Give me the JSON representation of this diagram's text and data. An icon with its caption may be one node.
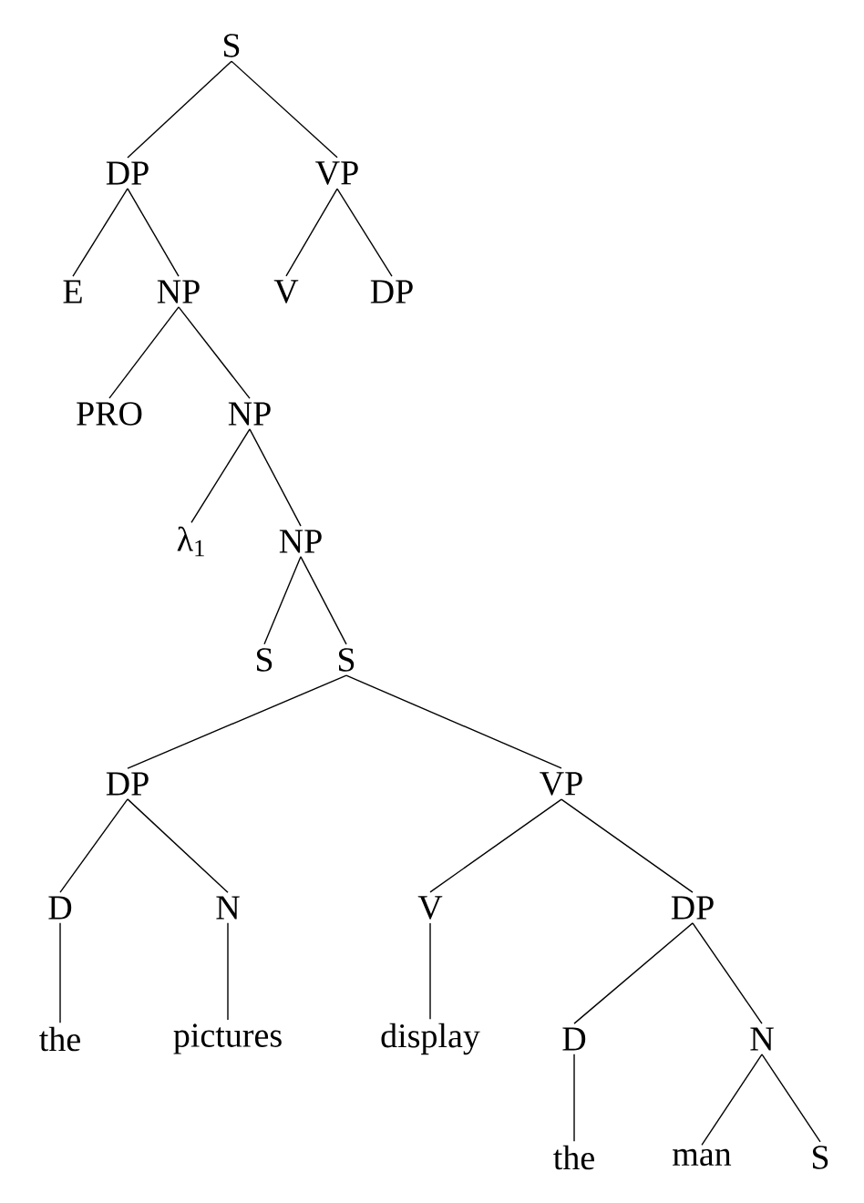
{
  "diagram": {
    "nodes": [
      {
        "text": [
          "S"
        ]
      },
      {
        "text": [
          "DP"
        ]
      },
      {
        "text": [
          "VP"
        ]
      },
      {
        "text": [
          "E"
        ]
      },
      {
        "text": [
          "NP"
        ]
      },
      {
        "text": [
          "V"
        ]
      },
      {
        "text": [
          "DP"
        ]
      },
      {
        "text": [
          "PRO"
        ]
      },
      {
        "text": [
          "NP"
        ]
      },
      {
        "text": [
          "λ$_{1}$"
        ]
      },
      {
        "text": [
          "NP"
        ]
      },
      {
        "text": [
          "S"
        ]
      },
      {
        "text": [
          "S"
        ]
      },
      {
        "text": [
          "DP"
        ]
      },
      {
        "text": [
          "VP"
        ]
      },
      {
        "text": [
          "D"
        ]
      },
      {
        "text": [
          "N"
        ]
      },
      {
        "text": [
          "V"
        ]
      },
      {
        "text": [
          "DP"
        ]
      },
      {
        "text": [
          "the"
        ]
      },
      {
        "text": [
          "pictures"
        ]
      },
      {
        "text": [
          "display"
        ]
      },
      {
        "text": [
          "D"
        ]
      },
      {
        "text": [
          "N"
        ]
      },
      {
        "text": [
          "the"
        ]
      },
      {
        "text": [
          "man"
        ]
      },
      {
        "text": [
          "S"
        ]
      }
    ],
    "edges": [
      {
        "from": 0,
        "to": 1,
        "arrow": "none"
      },
      {
        "from": 0,
        "to": 2,
        "arrow": "none"
      },
      {
        "from": 1,
        "to": 3,
        "arrow": "none"
      },
      {
        "from": 1,
        "to": 4,
        "arrow": "none"
      },
      {
        "from": 2,
        "to": 5,
        "arrow": "none"
      },
      {
        "from": 2,
        "to": 6,
        "arrow": "none"
      },
      {
        "from": 4,
        "to": 7,
        "arrow": "none"
      },
      {
        "from": 4,
        "to": 8,
        "arrow": "none"
      },
      {
        "from": 8,
        "to": 9,
        "arrow": "none"
      },
      {
        "from": 8,
        "to": 10,
        "arrow": "none"
      },
      {
        "from": 10,
        "to": 11,
        "arrow": "none"
      },
      {
        "from": 10,
        "to": 12,
        "arrow": "none"
      },
      {
        "from": 12,
        "to": 13,
        "arrow": "none"
      },
      {
        "from": 12,
        "to": 14,
        "arrow": "none"
      },
      {
        "from": 13,
        "to": 15,
        "arrow": "none"
      },
      {
        "from": 13,
        "to": 16,
        "arrow": "none"
      },
      {
        "from": 14,
        "to": 17,
        "arrow": "none"
      },
      {
        "from": 14,
        "to": 18,
        "arrow": "none"
      },
      {
        "from": 15,
        "to": 19,
        "arrow": "none"
      },
      {
        "from": 16,
        "to": 20,
        "arrow": "none"
      },
      {
        "from": 17,
        "to": 21,
        "arrow": "none"
      },
      {
        "from": 18,
        "to": 22,
        "arrow": "none"
      },
      {
        "from": 18,
        "to": 23,
        "arrow": "none"
      },
      {
        "from": 22,
        "to": 24,
        "arrow": "none"
      },
      {
        "from": 23,
        "to": 25,
        "arrow": "none"
      },
      {
        "from": 23,
        "to": 26,
        "arrow": "none"
      }
    ]
  }
}
